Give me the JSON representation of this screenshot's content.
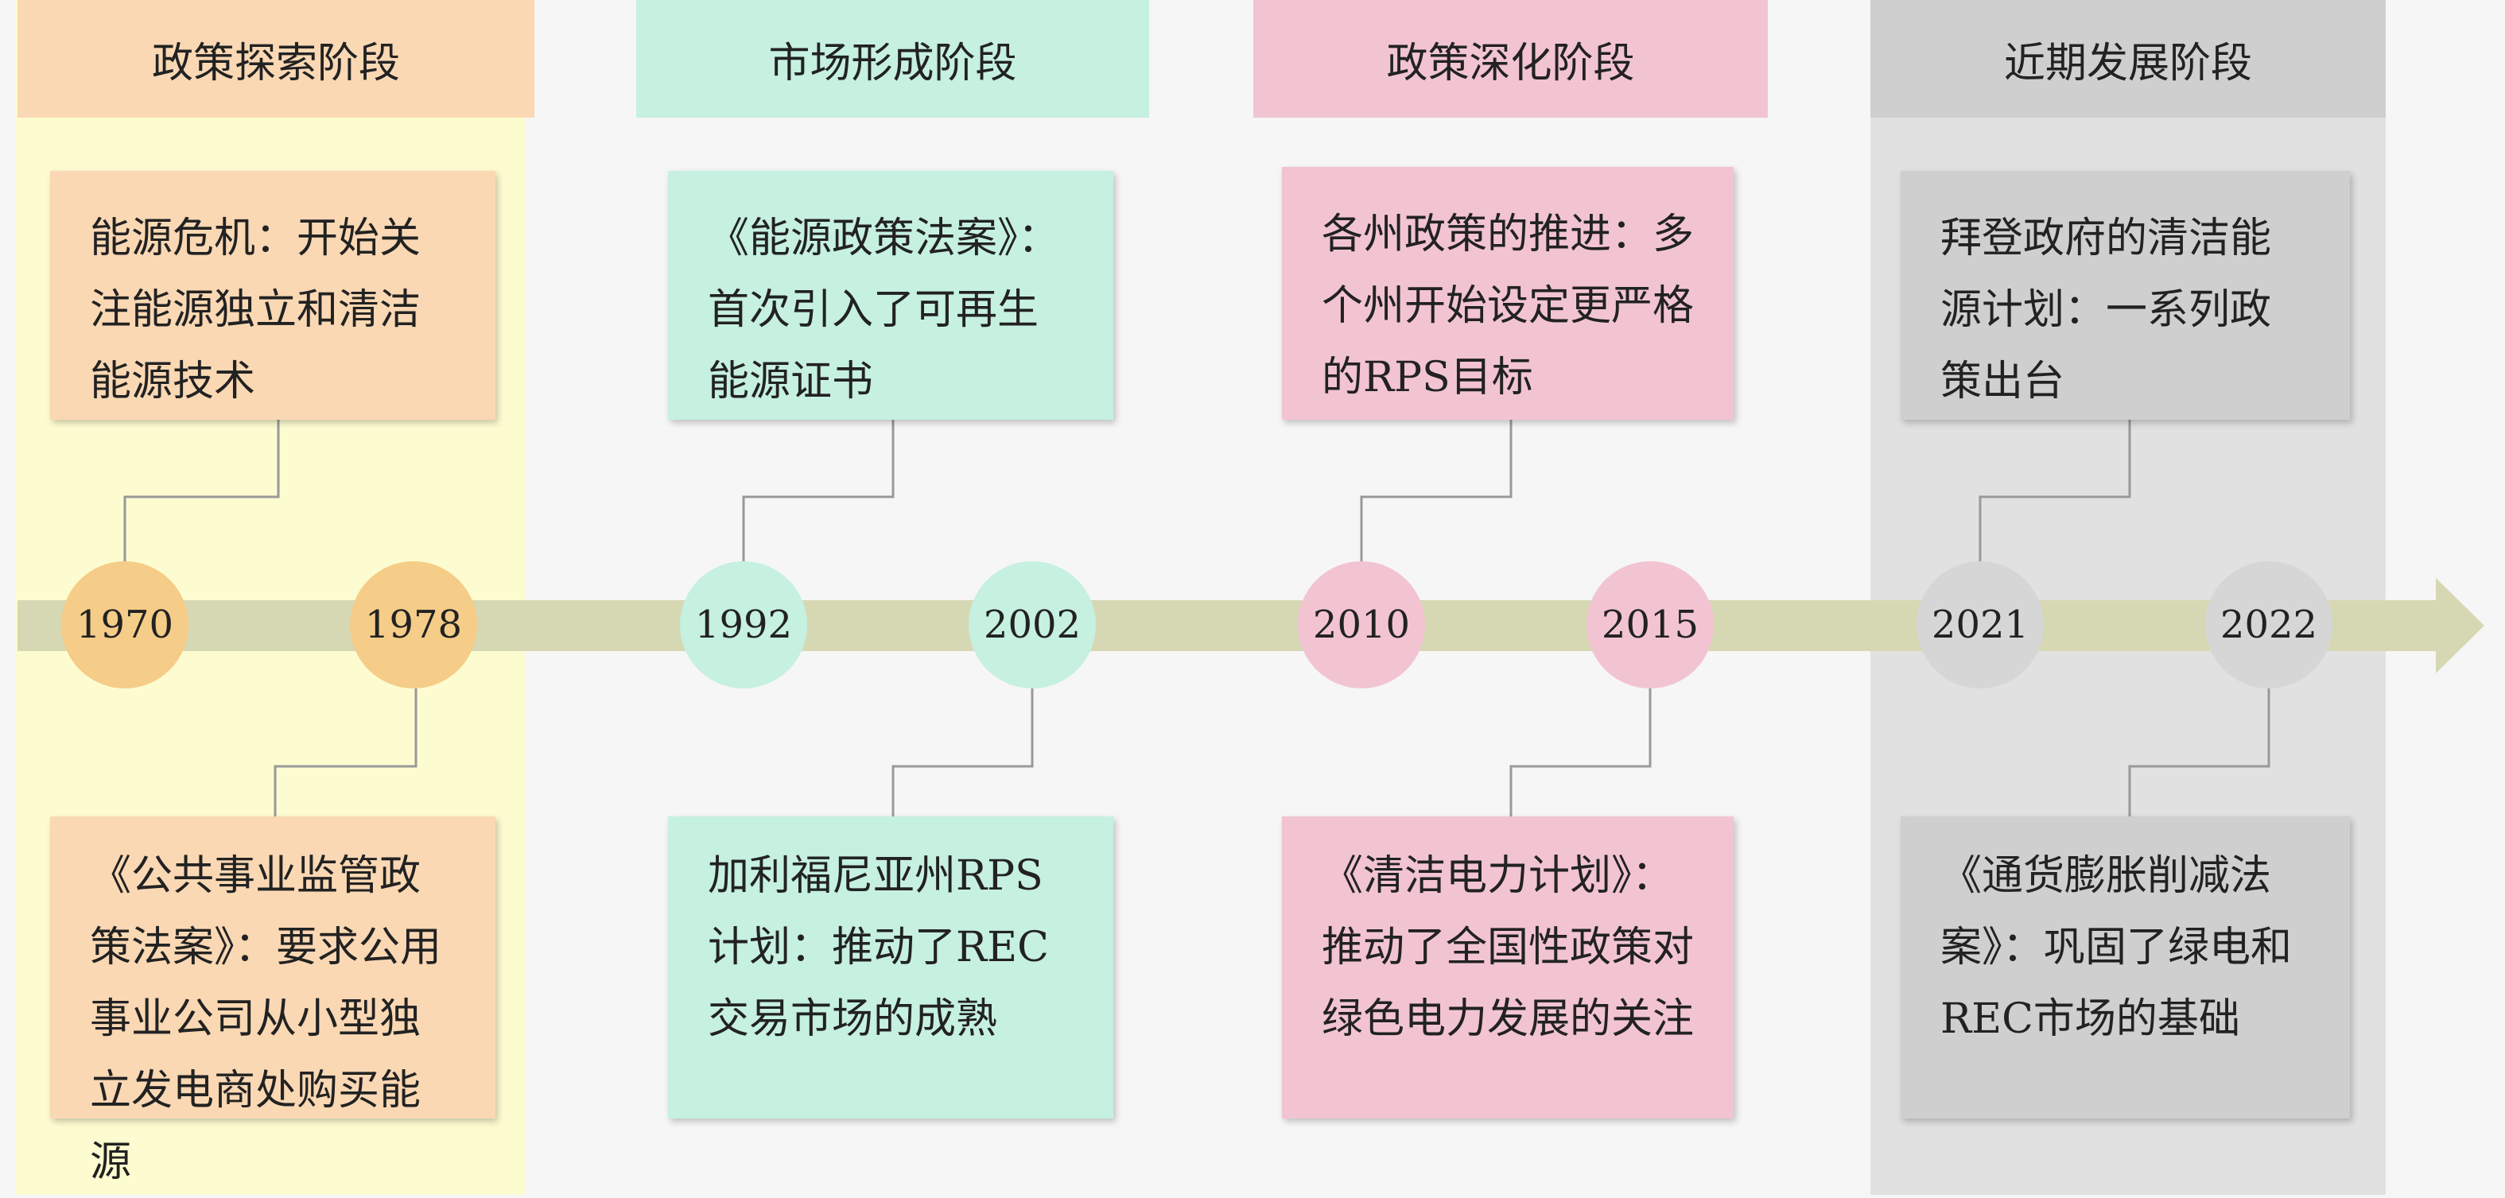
{
  "phases": [
    {
      "label": "政策探索阶段",
      "bg": "#fdfcd0",
      "header_bg": "#fad8b4",
      "box_bg": "#fad8b4",
      "node_bg": "#f5cc88"
    },
    {
      "label": "市场形成阶段",
      "bg": "#f6f6f6",
      "header_bg": "#c6f0e0",
      "box_bg": "#c6f0e0",
      "node_bg": "#c6f0e0"
    },
    {
      "label": "政策深化阶段",
      "bg": "#f6f6f6",
      "header_bg": "#f2c4d2",
      "box_bg": "#f2c4d2",
      "node_bg": "#f2c4d2"
    },
    {
      "label": "近期发展阶段",
      "bg": "#e1e1e1",
      "header_bg": "#cfcfcf",
      "box_bg": "#cfcfcf",
      "node_bg": "#d6d6d6"
    }
  ],
  "timeline": {
    "arrow_color": "#d6d8b4"
  },
  "events": [
    {
      "year": "1970",
      "text": "能源危机：开始关注能源独立和清洁能源技术"
    },
    {
      "year": "1978",
      "text": "《公共事业监管政策法案》：要求公用事业公司从小型独立发电商处购买能源"
    },
    {
      "year": "1992",
      "text": "《能源政策法案》：首次引入了可再生能源证书"
    },
    {
      "year": "2002",
      "text": "加利福尼亚州RPS计划：推动了REC交易市场的成熟"
    },
    {
      "year": "2010",
      "text": "各州政策的推进：多个州开始设定更严格的RPS目标"
    },
    {
      "year": "2015",
      "text": "《清洁电力计划》：推动了全国性政策对绿色电力发展的关注"
    },
    {
      "year": "2021",
      "text": "拜登政府的清洁能源计划：一系列政策出台"
    },
    {
      "year": "2022",
      "text": "《通货膨胀削减法案》：巩固了绿电和REC市场的基础"
    }
  ]
}
